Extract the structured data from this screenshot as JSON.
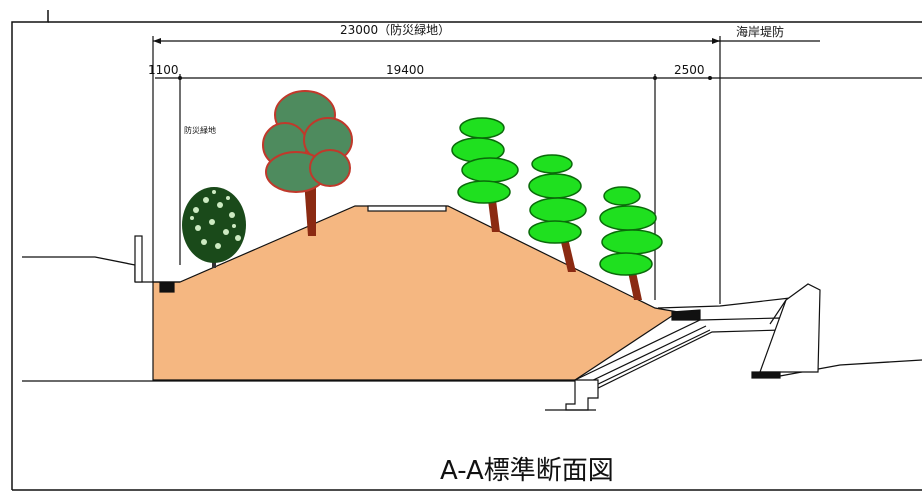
{
  "dimensions": {
    "total": "23000（防災緑地）",
    "left_offset": "1100",
    "main": "19400",
    "right_offset": "2500"
  },
  "labels": {
    "seawall": "海岸堤防",
    "green_zone": "防災緑地",
    "caption": "A-A標準断面図"
  },
  "colors": {
    "embankment": "#F5B781",
    "pine_green": "#1FE01F",
    "broadleaf_green": "#4E8B5E",
    "broadleaf_outline": "#C0392B",
    "trunk": "#8B2A12",
    "line": "#111111"
  }
}
